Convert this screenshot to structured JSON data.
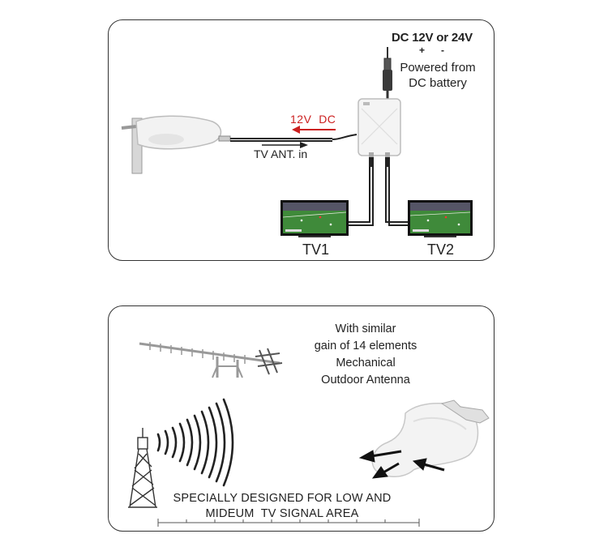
{
  "top_panel": {
    "power_title": "DC 12V or 24V",
    "polarity": "+      -",
    "powered_line1": "Powered from",
    "powered_line2": "DC battery",
    "voltage_label": "12V  DC",
    "antenna_in_label": "TV ANT. in",
    "tv1_label": "TV1",
    "tv2_label": "TV2"
  },
  "bottom_panel": {
    "gain_line1": "With similar",
    "gain_line2": "gain of 14 elements",
    "gain_line3": "Mechanical",
    "gain_line4": "Outdoor Antenna",
    "designed_line1": "SPECIALLY DESIGNED FOR LOW AND",
    "designed_line2": "MIDEUM  TV SIGNAL AREA"
  },
  "colors": {
    "voltage_accent": "#cc1f1f",
    "border": "#333333",
    "screen_grass": "#3f8a3a"
  }
}
